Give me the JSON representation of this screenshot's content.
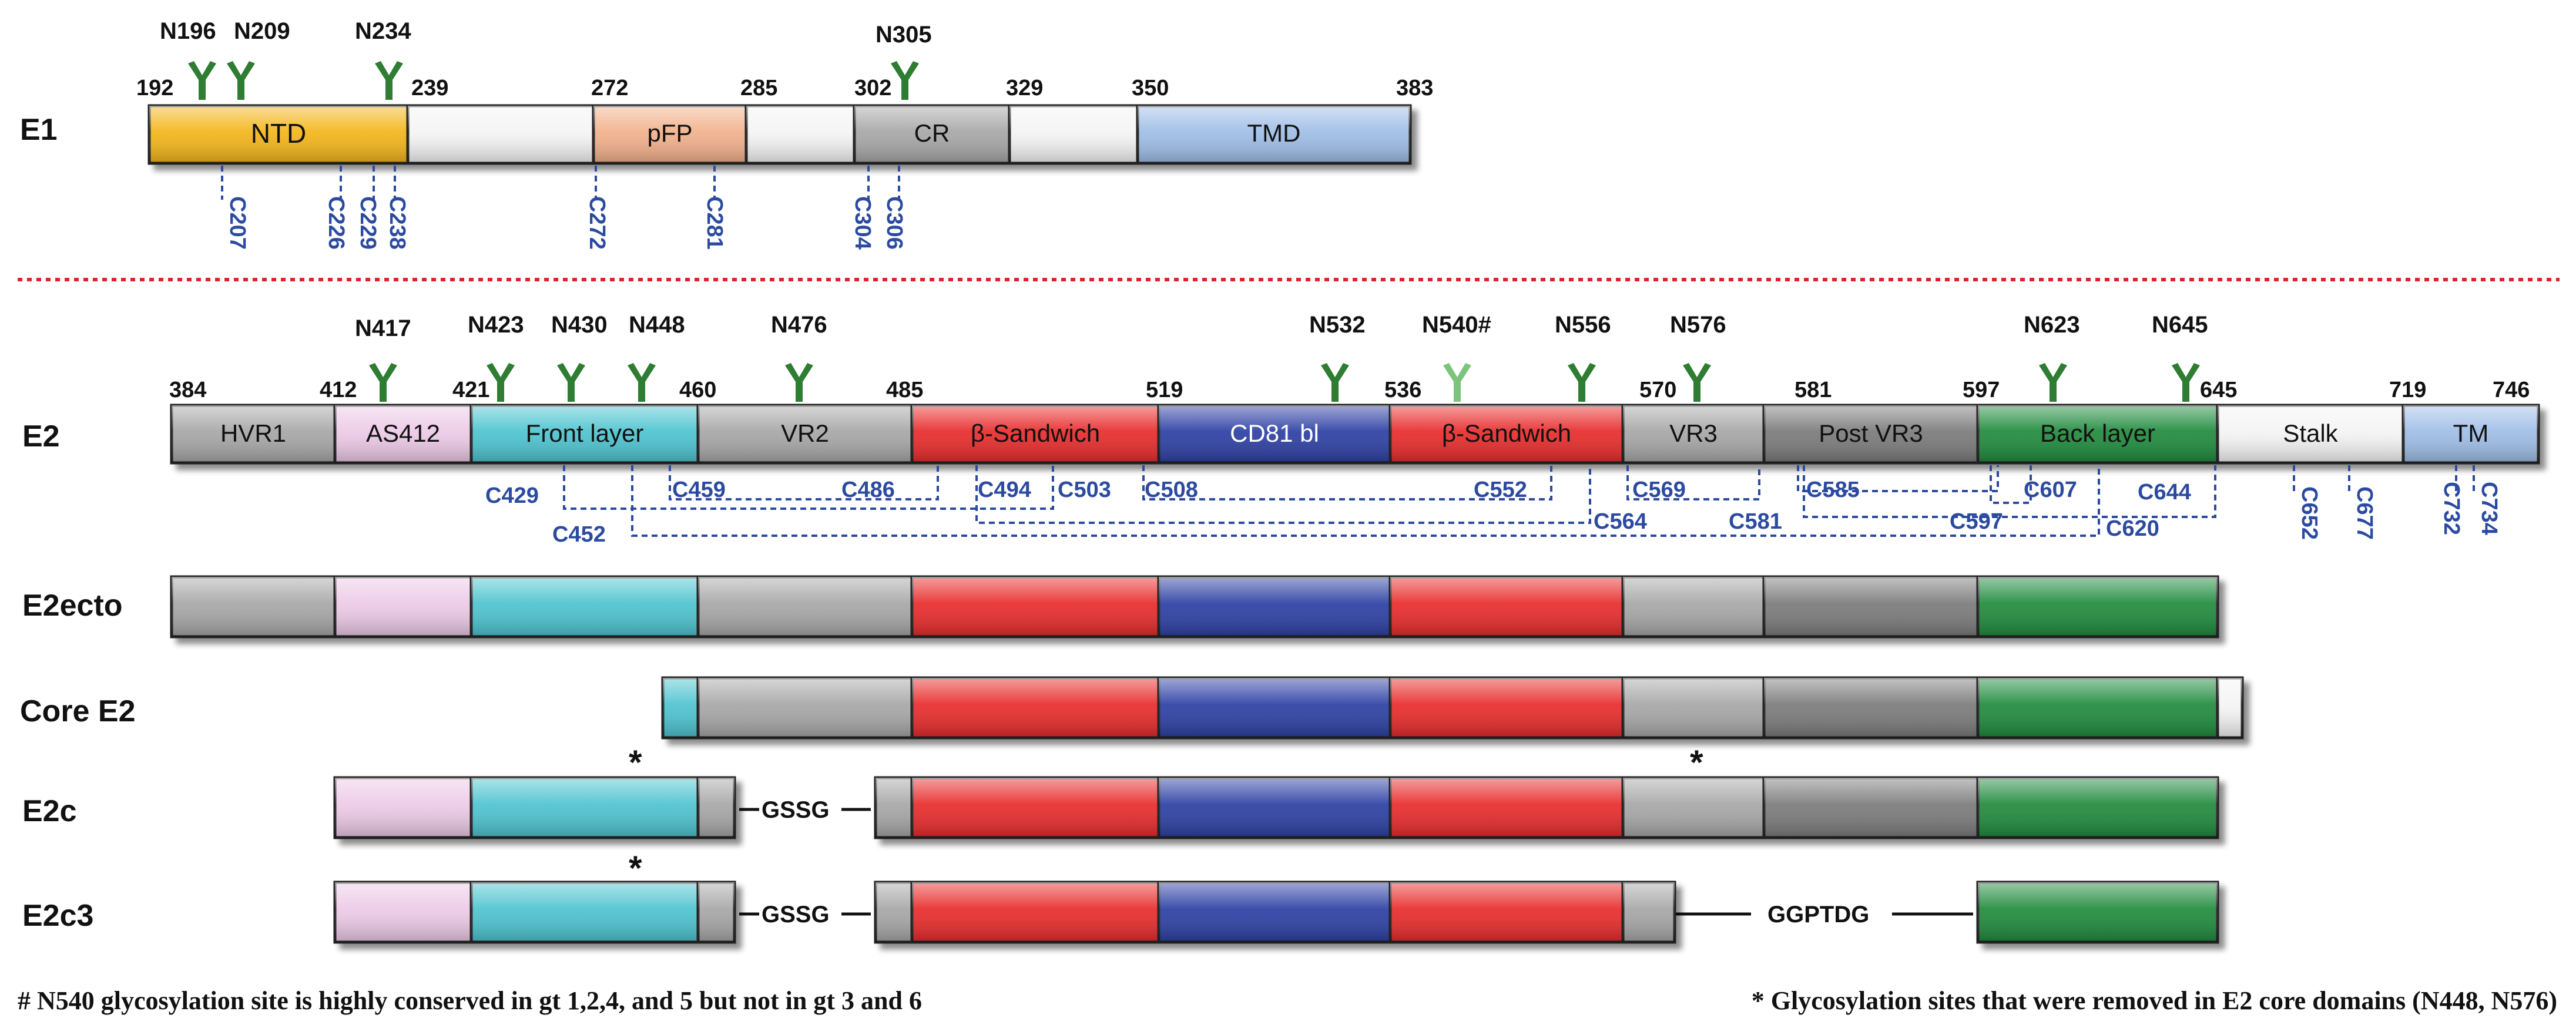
{
  "colors": {
    "gray": "#a6a6a6",
    "darkgray": "#7a7a7a",
    "white": "#f4f4f4",
    "yellow": "#f3b519",
    "peach": "#f2b08a",
    "blue_light": "#9ebde6",
    "pink": "#ecc9e6",
    "cyan": "#4cc3cf",
    "red": "#e82a2a",
    "blue_dark": "#2c3fa3",
    "green_dark": "#1e8a3c",
    "glyco": "#2e7d32",
    "glyco_light": "#7cc47c",
    "cys": "#2b4aa0",
    "divider": "#e0202c"
  },
  "e1": {
    "label": "E1",
    "domains": [
      {
        "label": "NTD",
        "color": "yellow"
      },
      {
        "label": "",
        "color": "white"
      },
      {
        "label": "pFP",
        "color": "peach"
      },
      {
        "label": "",
        "color": "white"
      },
      {
        "label": "CR",
        "color": "gray"
      },
      {
        "label": "",
        "color": "white"
      },
      {
        "label": "TMD",
        "color": "blue_light"
      }
    ],
    "positions": [
      "192",
      "239",
      "272",
      "285",
      "302",
      "329",
      "350",
      "383"
    ],
    "glycans": [
      "N196",
      "N209",
      "N234",
      "N305"
    ],
    "cysteines": [
      "C207",
      "C226",
      "C229",
      "C238",
      "C272",
      "C281",
      "C304",
      "C306"
    ]
  },
  "e2": {
    "label": "E2",
    "domains": [
      {
        "label": "HVR1",
        "color": "gray"
      },
      {
        "label": "AS412",
        "color": "pink"
      },
      {
        "label": "Front layer",
        "color": "cyan"
      },
      {
        "label": "VR2",
        "color": "gray"
      },
      {
        "label": "β-Sandwich",
        "color": "red"
      },
      {
        "label": "CD81 bl",
        "color": "blue_dark"
      },
      {
        "label": "β-Sandwich",
        "color": "red"
      },
      {
        "label": "VR3",
        "color": "gray"
      },
      {
        "label": "Post VR3",
        "color": "darkgray"
      },
      {
        "label": "Back layer",
        "color": "green_dark"
      },
      {
        "label": "Stalk",
        "color": "white"
      },
      {
        "label": "TM",
        "color": "blue_light"
      }
    ],
    "positions": [
      "384",
      "412",
      "421",
      "460",
      "485",
      "519",
      "536",
      "570",
      "581",
      "597",
      "645",
      "719",
      "746"
    ],
    "glycans": [
      "N417",
      "N423",
      "N430",
      "N448",
      "N476",
      "N532",
      "N540#",
      "N556",
      "N576",
      "N623",
      "N645"
    ],
    "cysteines": [
      "C429",
      "C452",
      "C459",
      "C486",
      "C494",
      "C503",
      "C508",
      "C552",
      "C564",
      "C569",
      "C581",
      "C585",
      "C597",
      "C607",
      "C620",
      "C644",
      "C652",
      "C677",
      "C732",
      "C734"
    ]
  },
  "constructs": {
    "e2ecto": "E2ecto",
    "core_e2": "Core E2",
    "e2c": "E2c",
    "e2c3": "E2c3",
    "linker_gssg": "GSSG",
    "linker_ggptdg": "GGPTDG",
    "asterisk": "*"
  },
  "footnotes": {
    "left": "# N540 glycosylation site is highly conserved in gt 1,2,4, and 5 but not in gt 3 and 6",
    "right": "* Glycosylation sites that were removed in E2 core domains (N448, N576)"
  }
}
